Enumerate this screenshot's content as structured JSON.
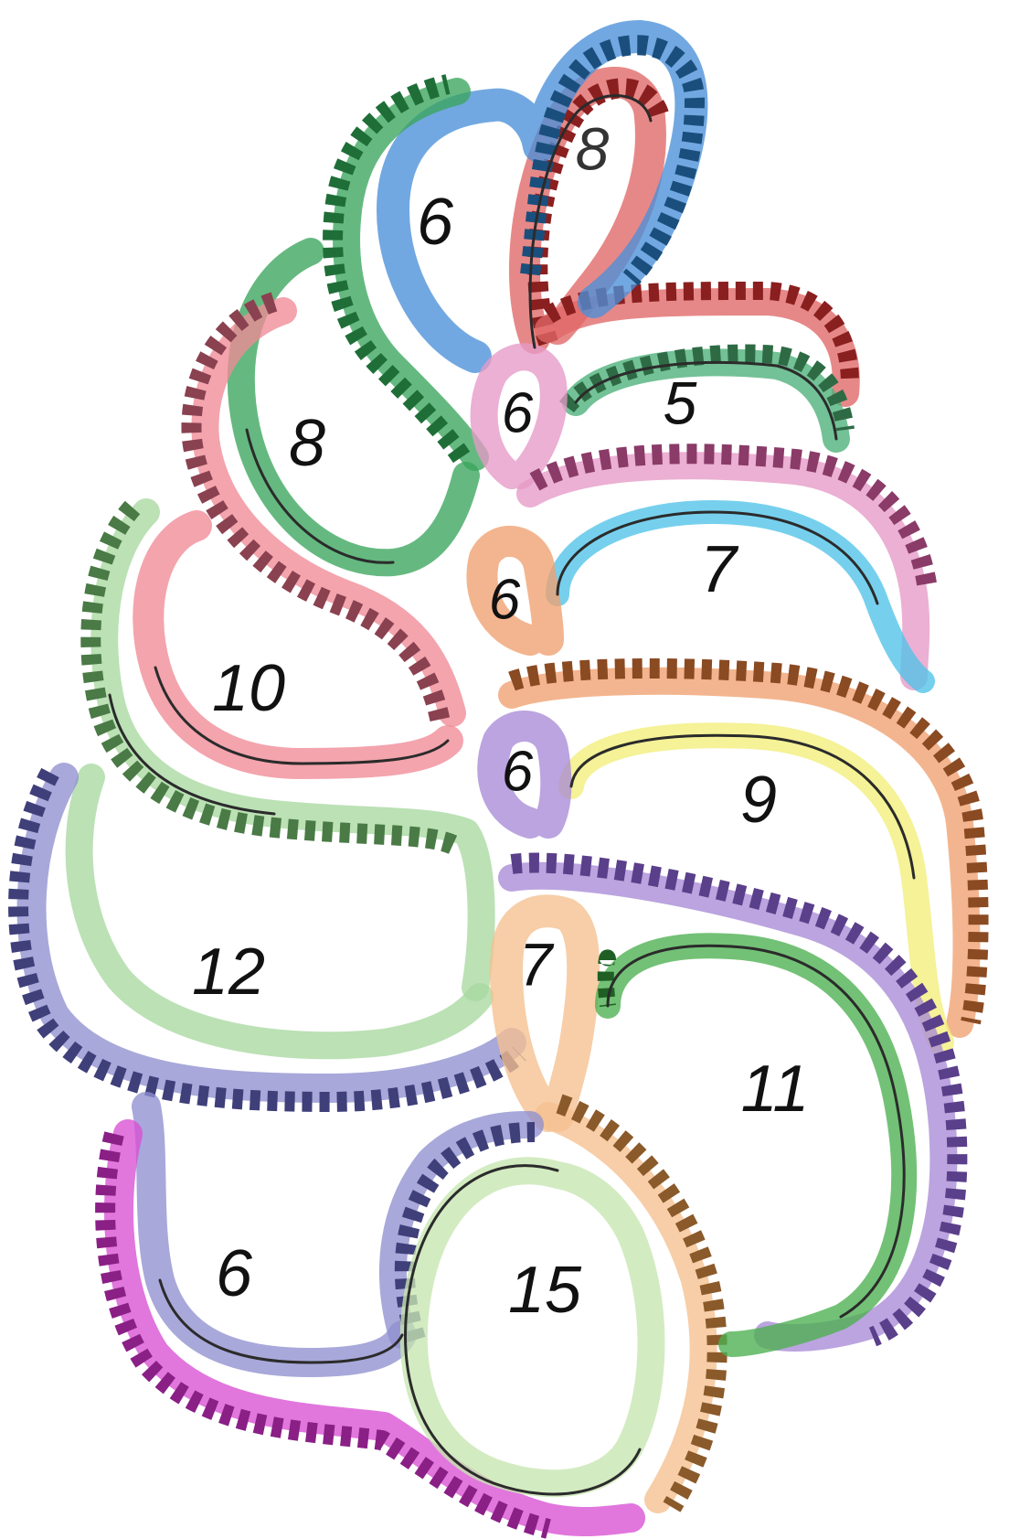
{
  "loops": [
    {
      "id": "top-red",
      "label": "8",
      "band_color": "#e06666",
      "teeth_color": "#8a1f1f"
    },
    {
      "id": "top-blue",
      "label": "6",
      "band_color": "#4a90d9",
      "teeth_color": "#1a4f7d"
    },
    {
      "id": "left-green",
      "label": "8",
      "band_color": "#3aa55c",
      "teeth_color": "#1f6e38"
    },
    {
      "id": "right-green",
      "label": "5",
      "band_color": "#4caf79",
      "teeth_color": "#2e6b44"
    },
    {
      "id": "pink-small",
      "label": "6",
      "band_color": "#e59ac6",
      "teeth_color": "#8a3b68"
    },
    {
      "id": "cyan-arc",
      "label": "7",
      "band_color": "#4fc3e8",
      "teeth_color": "#1d7fa0"
    },
    {
      "id": "rose-big",
      "label": "10",
      "band_color": "#f08a96",
      "teeth_color": "#8a4150"
    },
    {
      "id": "orange-small",
      "label": "6",
      "band_color": "#f0a070",
      "teeth_color": "#8a4a22"
    },
    {
      "id": "lavender-small",
      "label": "6",
      "band_color": "#a88bd6",
      "teeth_color": "#5a3f8a"
    },
    {
      "id": "yellow-arc",
      "label": "9",
      "band_color": "#f2ee7a",
      "teeth_color": "#8a7a1f"
    },
    {
      "id": "light-green-big",
      "label": "12",
      "band_color": "#a8d8a0",
      "teeth_color": "#4a7a45"
    },
    {
      "id": "peach-small",
      "label": "7",
      "band_color": "#f5c090",
      "teeth_color": "#8a5a2a"
    },
    {
      "id": "green-arc",
      "label": "11",
      "band_color": "#4caf50",
      "teeth_color": "#1f5f24"
    },
    {
      "id": "periwinkle-loop",
      "label": "6",
      "band_color": "#9090d0",
      "teeth_color": "#3f3f7a"
    },
    {
      "id": "pale-green-center",
      "label": "15",
      "band_color": "#c6e6b0",
      "teeth_color": "#5a7a45"
    }
  ],
  "accent_colors": {
    "magenta_strand": "#d94fd3",
    "purple_strand": "#7a6bb5",
    "brown_strand": "#c88a5a"
  }
}
